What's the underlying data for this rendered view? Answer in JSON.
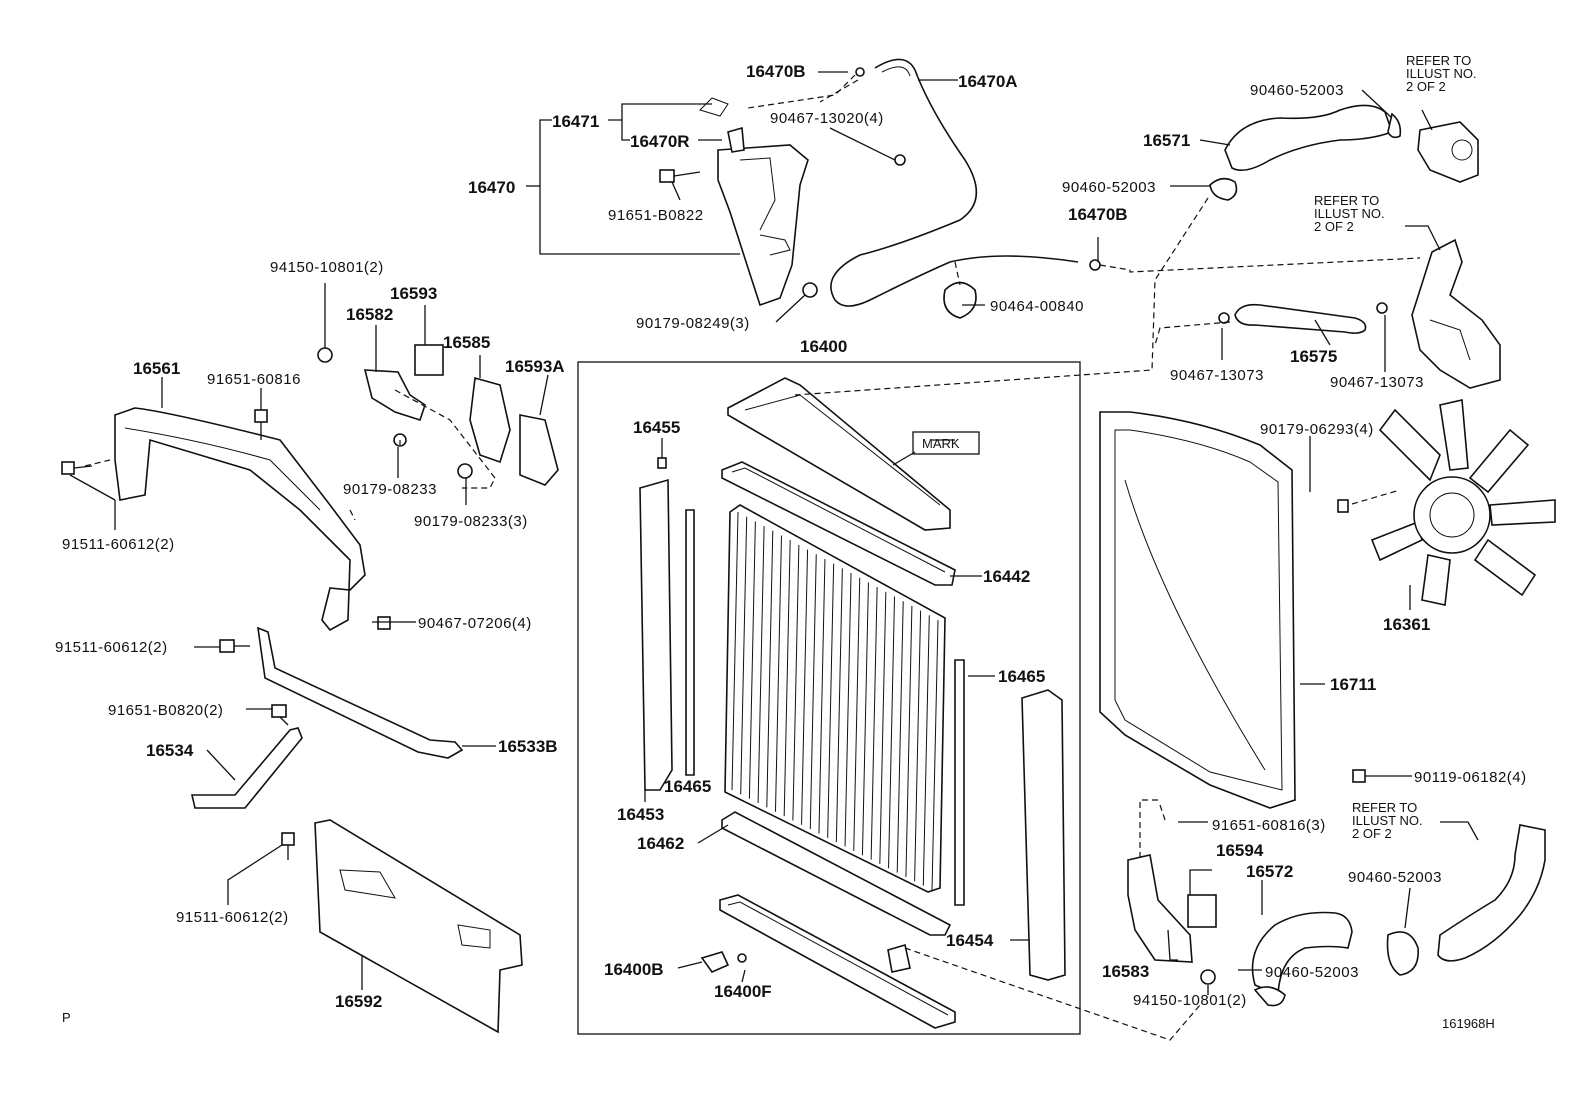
{
  "diagram_id": "161968H",
  "corner_mark": "P",
  "mark_label": "MARK",
  "refer": [
    "REFER TO",
    "ILLUST NO.",
    "2 OF 2"
  ],
  "labels": {
    "p16470A": "16470A",
    "p16470B_top": "16470B",
    "p16470B_mid": "16470B",
    "p16471": "16471",
    "p16470R": "16470R",
    "p16470": "16470",
    "p90467_13020": "90467-13020(4)",
    "p91651_B0822": "91651-B0822",
    "p90179_08249": "90179-08249(3)",
    "p90464_00840": "90464-00840",
    "p90460_52003_a": "90460-52003",
    "p90460_52003_b": "90460-52003",
    "p90460_52003_c": "90460-52003",
    "p90460_52003_d": "90460-52003",
    "p16571": "16571",
    "p16575": "16575",
    "p90467_13073_a": "90467-13073",
    "p90467_13073_b": "90467-13073",
    "p94150_10801_top": "94150-10801(2)",
    "p94150_10801_bot": "94150-10801(2)",
    "p16593": "16593",
    "p16582": "16582",
    "p16585": "16585",
    "p16593A": "16593A",
    "p16561": "16561",
    "p91651_60816": "91651-60816",
    "p91651_60816_3": "91651-60816(3)",
    "p90179_08233": "90179-08233",
    "p90179_08233_3": "90179-08233(3)",
    "p91511_60612_a": "91511-60612(2)",
    "p91511_60612_b": "91511-60612(2)",
    "p91511_60612_c": "91511-60612(2)",
    "p90467_07206": "90467-07206(4)",
    "p91651_B0820": "91651-B0820(2)",
    "p16534": "16534",
    "p16533B": "16533B",
    "p16592": "16592",
    "p16400": "16400",
    "p16455": "16455",
    "p16442": "16442",
    "p16465_a": "16465",
    "p16465_b": "16465",
    "p16453": "16453",
    "p16462": "16462",
    "p16454": "16454",
    "p16400B": "16400B",
    "p16400F": "16400F",
    "p90179_06293": "90179-06293(4)",
    "p16361": "16361",
    "p16711": "16711",
    "p90119_06182": "90119-06182(4)",
    "p16594": "16594",
    "p16572": "16572",
    "p16583": "16583"
  }
}
